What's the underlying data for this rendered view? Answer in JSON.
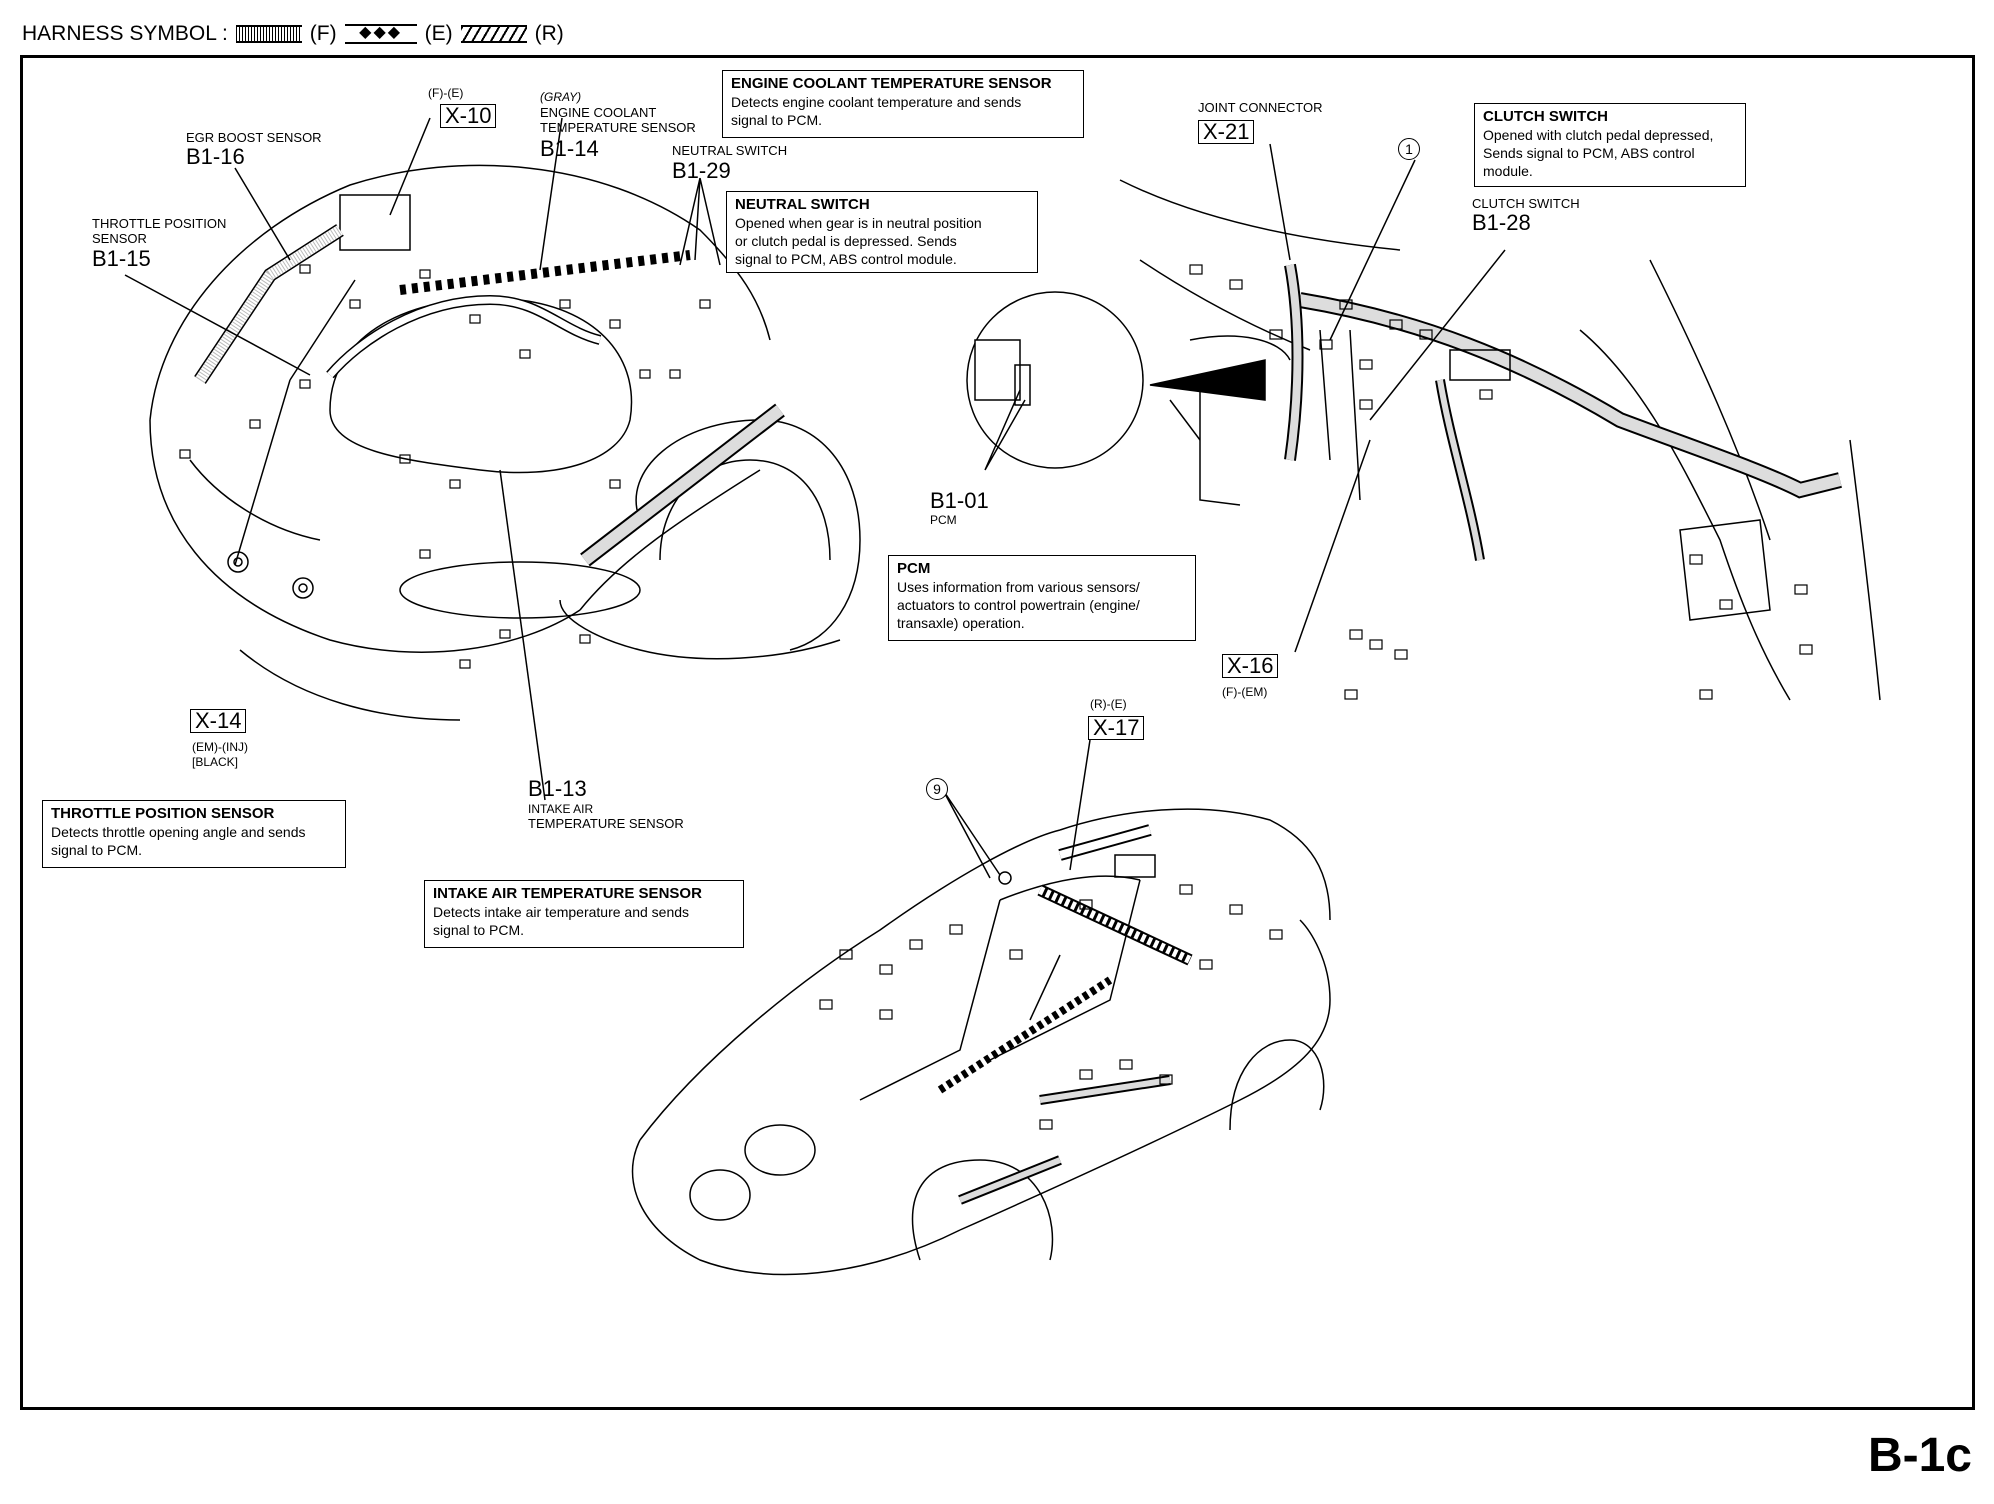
{
  "legend": {
    "prefix": "HARNESS SYMBOL :",
    "items": [
      {
        "code": "(F)",
        "style": "dotted"
      },
      {
        "code": "(E)",
        "style": "diamond"
      },
      {
        "code": "(R)",
        "style": "hatched"
      }
    ],
    "diamonds": "◆◆◆"
  },
  "connectors": {
    "x10": {
      "pre": "(F)-(E)",
      "code": "X-10"
    },
    "b1_16": {
      "name": "EGR BOOST SENSOR",
      "code": "B1-16"
    },
    "b1_14": {
      "pre1": "(GRAY)",
      "name1": "ENGINE COOLANT",
      "name2": "TEMPERATURE SENSOR",
      "code": "B1-14"
    },
    "b1_29": {
      "name": "NEUTRAL SWITCH",
      "code": "B1-29"
    },
    "b1_15": {
      "name1": "THROTTLE POSITION",
      "name2": "SENSOR",
      "code": "B1-15"
    },
    "x14": {
      "code": "X-14",
      "post1": "(EM)-(INJ)",
      "post2": "[BLACK]"
    },
    "b1_13": {
      "code": "B1-13",
      "name1": "INTAKE AIR",
      "name2": "TEMPERATURE SENSOR"
    },
    "x21": {
      "name": "JOINT CONNECTOR",
      "code": "X-21"
    },
    "b1_28": {
      "name": "CLUTCH SWITCH",
      "code": "B1-28"
    },
    "b1_01": {
      "code": "B1-01",
      "name": "PCM"
    },
    "x16": {
      "code": "X-16",
      "post": "(F)-(EM)"
    },
    "x17": {
      "pre": "(R)-(E)",
      "code": "X-17"
    },
    "ref1": "1",
    "ref9": "9"
  },
  "descriptions": {
    "ect": {
      "title": "ENGINE COOLANT TEMPERATURE SENSOR",
      "lines": [
        "Detects engine coolant temperature and sends",
        "signal to PCM."
      ]
    },
    "neutral": {
      "title": "NEUTRAL SWITCH",
      "lines": [
        "Opened when gear is in neutral position",
        "or clutch pedal is depressed. Sends",
        "signal to PCM, ABS control module."
      ]
    },
    "clutch": {
      "title": "CLUTCH SWITCH",
      "lines": [
        "Opened with clutch pedal depressed,",
        "Sends signal to PCM, ABS control",
        "module."
      ]
    },
    "pcm": {
      "title": "PCM",
      "lines": [
        "Uses information from various sensors/",
        "actuators to control powertrain (engine/",
        "transaxle) operation."
      ]
    },
    "tps": {
      "title": "THROTTLE POSITION SENSOR",
      "lines": [
        "Detects throttle opening angle and sends",
        "signal to PCM."
      ]
    },
    "iat": {
      "title": "INTAKE AIR TEMPERATURE SENSOR",
      "lines": [
        "Detects intake air temperature and sends",
        "signal to PCM."
      ]
    }
  },
  "page_number": "B-1c"
}
